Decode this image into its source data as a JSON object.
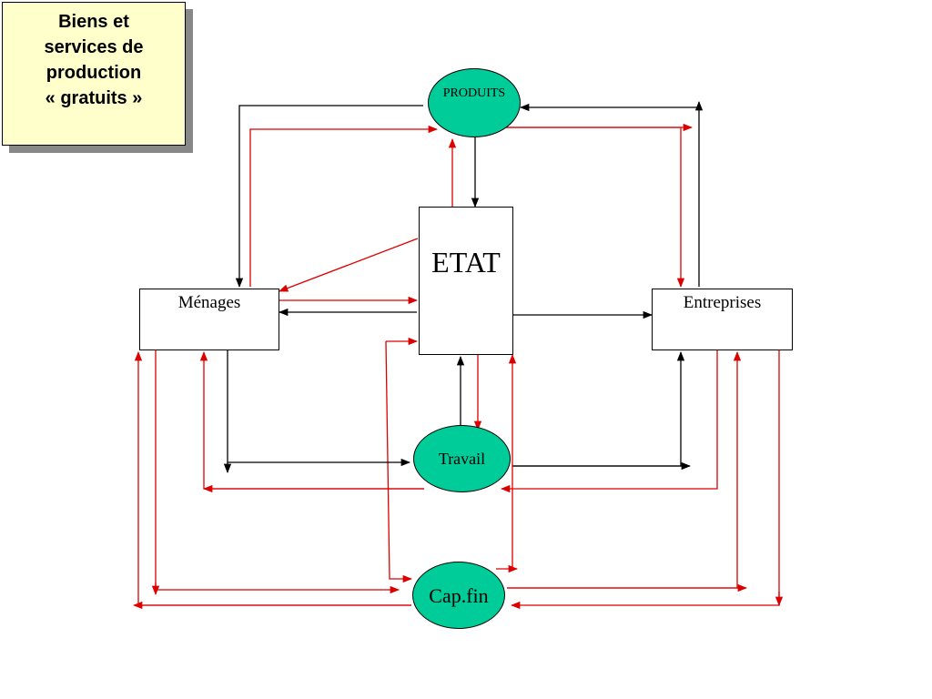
{
  "note": {
    "text": "Biens et\nservices de\nproduction\n« gratuits »"
  },
  "nodes": {
    "produits": "PRODUITS",
    "etat": "ETAT",
    "menages": "Ménages",
    "entreprises": "Entreprises",
    "travail": "Travail",
    "capfin": "Cap.fin"
  },
  "colors": {
    "black_flow": "#000000",
    "red_flow": "#dd0000",
    "node_fill": "#00cc99",
    "note_fill": "#ffffcc"
  }
}
